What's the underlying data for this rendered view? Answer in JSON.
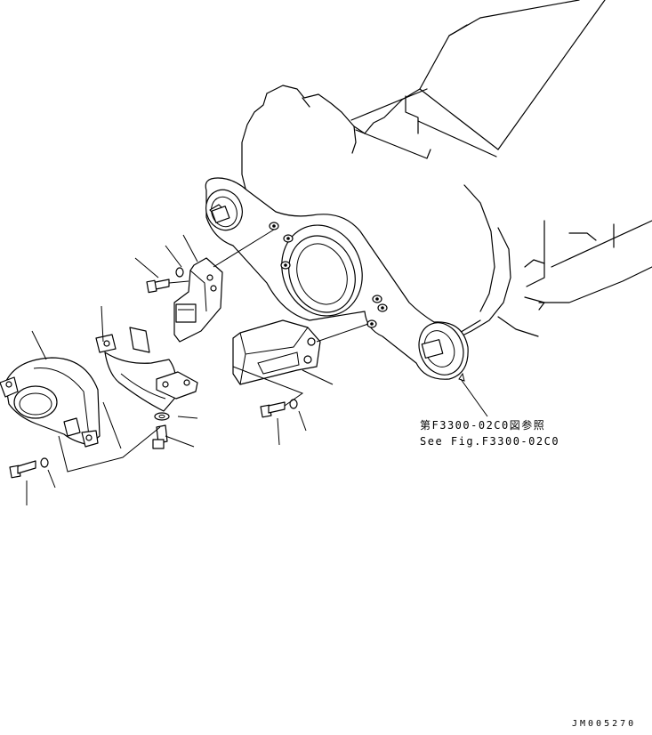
{
  "reference": {
    "japanese": "第F3300-02C0図参照",
    "english": "See Fig.F3300-02C0"
  },
  "drawing_id": "JM005270"
}
